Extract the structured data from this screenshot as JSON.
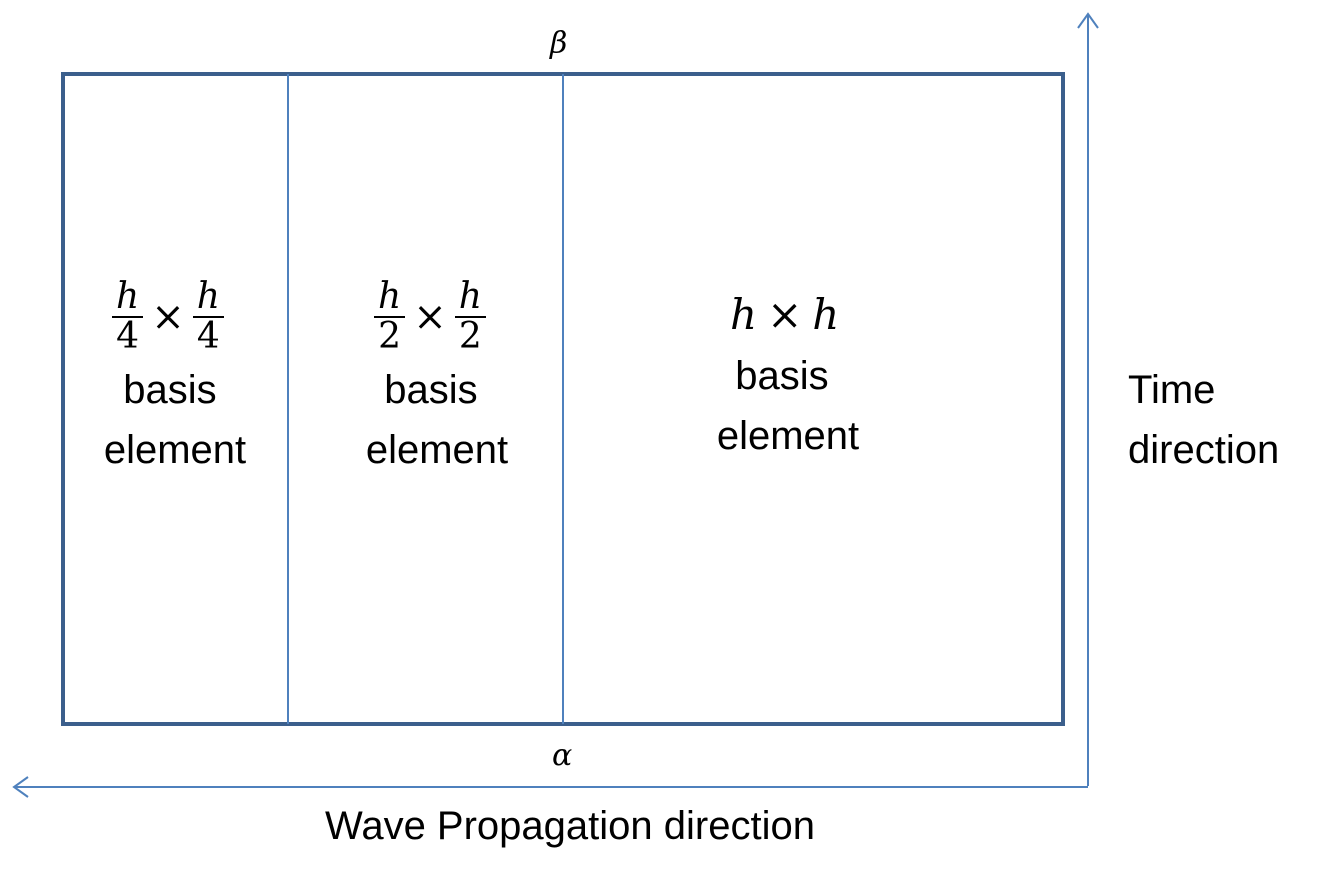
{
  "diagram": {
    "top_label": "β",
    "bottom_label": "α",
    "regions": [
      {
        "size_numerator": "h",
        "size_denominator": "4",
        "times": "×",
        "text_line1": "basis",
        "text_line2": "element"
      },
      {
        "size_numerator": "h",
        "size_denominator": "2",
        "times": "×",
        "text_line1": "basis",
        "text_line2": "element"
      },
      {
        "size_var": "h",
        "times": "×",
        "text_line1": "basis",
        "text_line2": "element"
      }
    ],
    "time_axis_label_line1": "Time",
    "time_axis_label_line2": "direction",
    "wave_axis_label": "Wave Propagation direction",
    "colors": {
      "outer_border": "#3b5f8c",
      "inner_divider": "#4f81bd",
      "arrow": "#4f81bd",
      "text": "#000000"
    }
  }
}
